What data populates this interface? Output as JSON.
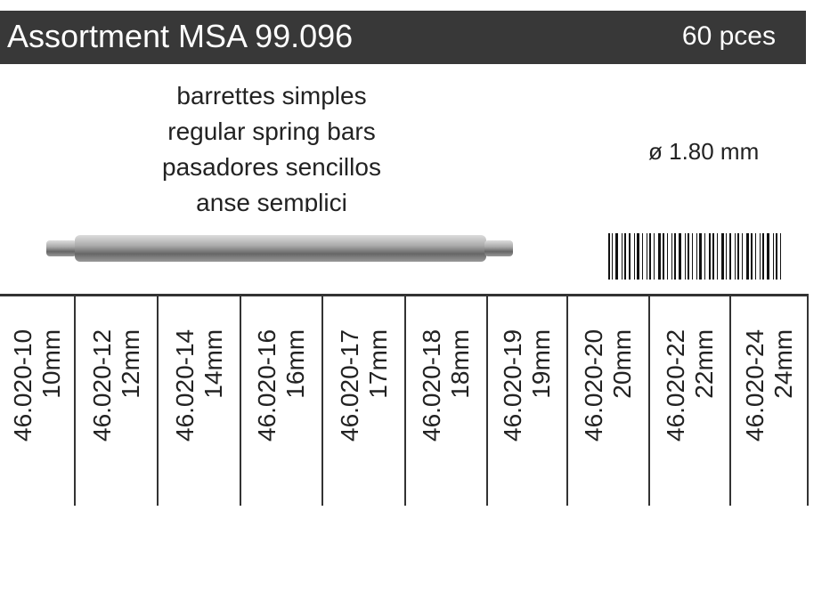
{
  "header": {
    "title": "Assortment MSA 99.096",
    "count": "60 pces"
  },
  "description": [
    "barrettes simples",
    "regular spring bars",
    "pasadores sencillos",
    "anse semplici"
  ],
  "diameter": "ø 1.80 mm",
  "items": [
    {
      "code": "46.020-10",
      "size": "10mm"
    },
    {
      "code": "46.020-12",
      "size": "12mm"
    },
    {
      "code": "46.020-14",
      "size": "14mm"
    },
    {
      "code": "46.020-16",
      "size": "16mm"
    },
    {
      "code": "46.020-17",
      "size": "17mm"
    },
    {
      "code": "46.020-18",
      "size": "18mm"
    },
    {
      "code": "46.020-19",
      "size": "19mm"
    },
    {
      "code": "46.020-20",
      "size": "20mm"
    },
    {
      "code": "46.020-22",
      "size": "22mm"
    },
    {
      "code": "46.020-24",
      "size": "24mm"
    }
  ]
}
